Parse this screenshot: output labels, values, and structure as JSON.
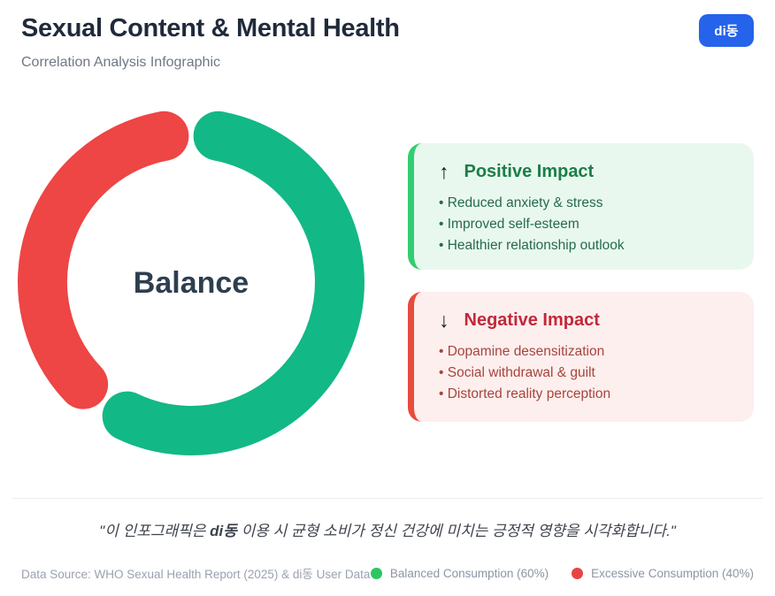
{
  "header": {
    "title": "Sexual Content & Mental Health",
    "subtitle": "Correlation Analysis Infographic",
    "brand_button_label": "di동"
  },
  "chart_data": {
    "type": "pie",
    "donut": true,
    "center_label": "Balance",
    "start_angle": "top",
    "direction": "clockwise",
    "legend_position": "bottom-right",
    "series": [
      {
        "name": "Balanced Consumption",
        "value_pct": 60,
        "color": "#12b886"
      },
      {
        "name": "Excessive Consumption",
        "value_pct": 40,
        "color": "#ee4545"
      }
    ]
  },
  "cards": {
    "positive": {
      "arrow_icon": "↑",
      "title": "Positive Impact",
      "items": [
        "Reduced anxiety & stress",
        "Improved self-esteem",
        "Healthier relationship outlook"
      ],
      "accent_color": "#31ce71"
    },
    "negative": {
      "arrow_icon": "↓",
      "title": "Negative Impact",
      "items": [
        "Dopamine desensitization",
        "Social withdrawal & guilt",
        "Distorted reality perception"
      ],
      "accent_color": "#e74c3c"
    }
  },
  "quote": {
    "open": "\"이 인포그래픽은",
    "brand": "di동",
    "close": "이용 시 균형 소비가 정신 건강에 미치는 긍정적 영향을 시각화합니다.\""
  },
  "footer": {
    "source": "Data Source: WHO Sexual Health Report (2025) & di동 User Data",
    "legend": [
      {
        "label": "Balanced Consumption (60%)",
        "color": "#2dc563"
      },
      {
        "label": "Excessive Consumption (40%)",
        "color": "#e94444"
      }
    ]
  },
  "colors": {
    "brand_blue": "#2563eb",
    "title_text": "#1f2a3a",
    "center_label_text": "#2d3e50"
  }
}
